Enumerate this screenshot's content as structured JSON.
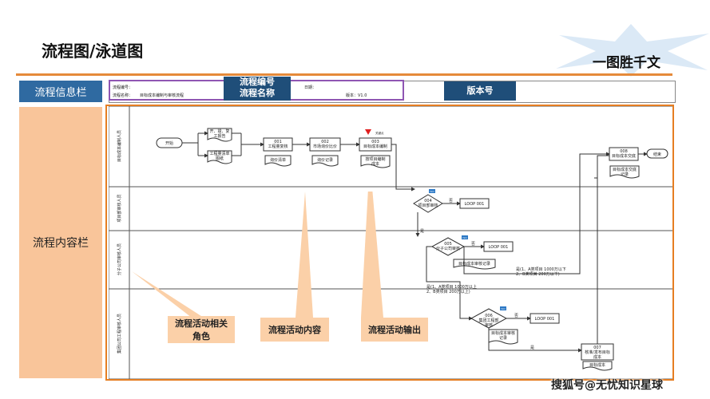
{
  "header": {
    "title": "流程图/泳道图",
    "slogan": "一图胜千文"
  },
  "sidebar": {
    "info_label": "流程信息栏",
    "content_label": "流程内容栏"
  },
  "info_strip": {
    "field_code": "流程编号：",
    "field_name": "流程名称：",
    "name_value": "目标成本编制与审核流程",
    "date_label": "日期：",
    "version_label": "版本：V1.0"
  },
  "callouts": {
    "code_name": "流程编号\n流程名称",
    "version": "版本号",
    "role": "流程活动相关\n角色",
    "activity": "流程活动内容",
    "output": "流程活动输出"
  },
  "lanes": [
    "目标成本编制人员",
    "项目部审核人员",
    "分子公司审核人员",
    "集团公司工程审核人员"
  ],
  "nodes": {
    "start": "开始",
    "docs_top": "开、竣、复\n工报告",
    "docs_bottom": "工程量清单\n图纸",
    "step001": "001\n工程量复核",
    "out001": "询价清单",
    "step002": "002\n市场询价比价",
    "out002": "询价记录",
    "step003": "003\n目标成本编制",
    "out003": "按项目编制\n成本",
    "step004": "004\n项目部审核",
    "step005": "005\n分子公司审核",
    "out005": "目标成本审核记录",
    "step006": "006\n集团工程部\n审核",
    "out006": "目标成本审核\n记录",
    "step007": "007\n核准/发布目标\n成本",
    "out007": "目标成本",
    "step008": "008\n目标成本交底",
    "out008": "目标成本交底\n记录",
    "end": "结束",
    "loop": "LOOP 001",
    "no": "否",
    "yes": "是",
    "cond_a": "是(1、A类项目 1000万以上\n2、B类项目 200万以上)",
    "cond_b": "是(1、A类项目 1000万以下\n2、B类项目 200万以下)",
    "badge": "ISO",
    "flag": "关键点"
  },
  "watermark": "搜狐号@无忧知识星球",
  "colors": {
    "accent_orange": "#e67e22",
    "dark_blue": "#1f4e79",
    "callout_fill": "#fbd0a8",
    "purple": "#8f56b3"
  }
}
